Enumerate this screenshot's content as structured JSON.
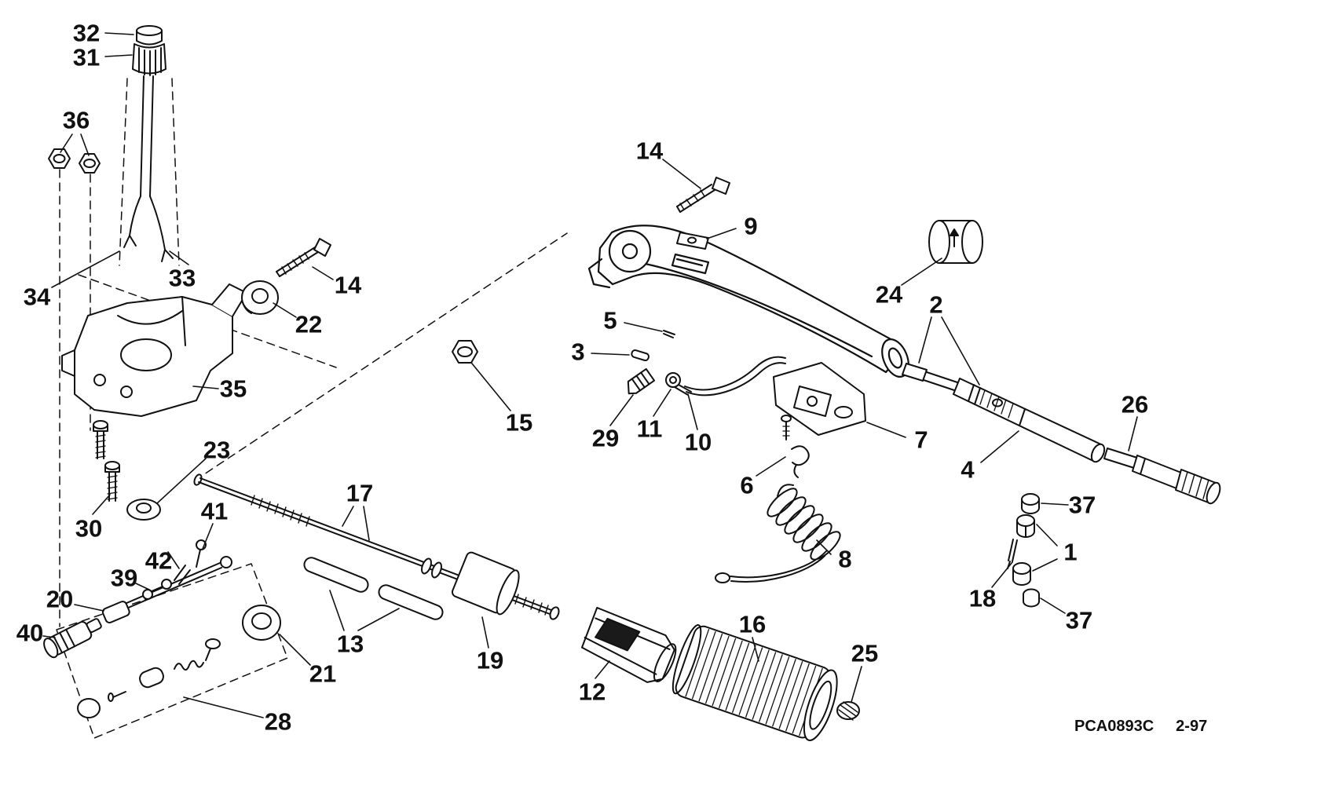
{
  "colors": {
    "ink": "#111111",
    "paper": "#ffffff"
  },
  "footer": {
    "part_code": "PCA0893C",
    "revision": "2-97"
  },
  "callouts": [
    {
      "label": "32"
    },
    {
      "label": "31"
    },
    {
      "label": "36"
    },
    {
      "label": "33"
    },
    {
      "label": "34"
    },
    {
      "label": "14"
    },
    {
      "label": "22"
    },
    {
      "label": "35"
    },
    {
      "label": "23"
    },
    {
      "label": "30"
    },
    {
      "label": "41"
    },
    {
      "label": "42"
    },
    {
      "label": "39"
    },
    {
      "label": "20"
    },
    {
      "label": "40"
    },
    {
      "label": "17"
    },
    {
      "label": "13"
    },
    {
      "label": "19"
    },
    {
      "label": "21"
    },
    {
      "label": "28"
    },
    {
      "label": "12"
    },
    {
      "label": "16"
    },
    {
      "label": "25"
    },
    {
      "label": "15"
    },
    {
      "label": "5"
    },
    {
      "label": "3"
    },
    {
      "label": "29"
    },
    {
      "label": "11"
    },
    {
      "label": "10"
    },
    {
      "label": "6"
    },
    {
      "label": "7"
    },
    {
      "label": "8"
    },
    {
      "label": "9"
    },
    {
      "label": "14"
    },
    {
      "label": "24"
    },
    {
      "label": "2"
    },
    {
      "label": "4"
    },
    {
      "label": "26"
    },
    {
      "label": "37"
    },
    {
      "label": "1"
    },
    {
      "label": "18"
    },
    {
      "label": "37"
    }
  ]
}
